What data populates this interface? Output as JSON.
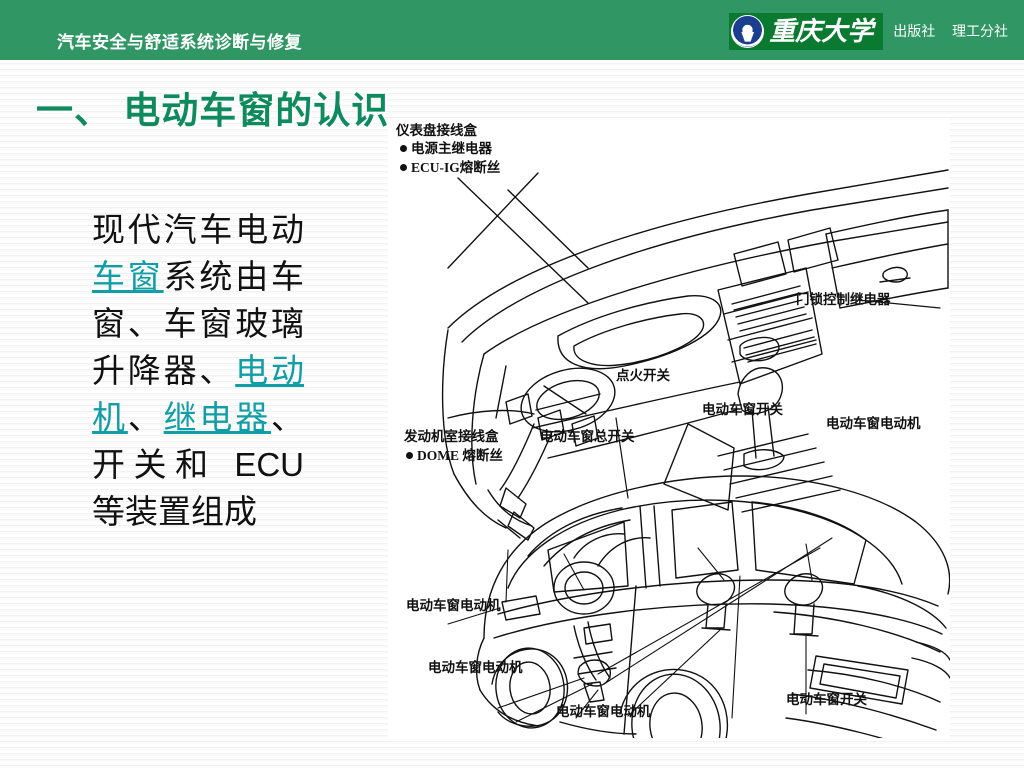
{
  "header": {
    "title": "汽车安全与舒适系统诊断与修复",
    "brand_name": "重庆大学",
    "brand_sub_a": "出版社",
    "brand_sub_b": "理工分社",
    "band_color": "#2f9664",
    "logo_box_color": "#0a7a30"
  },
  "slide": {
    "title": "一、 电动车窗的认识",
    "title_color": "#0f8a5f",
    "link_color": "#119ea6",
    "body": {
      "seg1": "现代汽车电动",
      "link1": "车窗",
      "seg2": "系统由车窗、车窗玻璃升降器、",
      "link2": "电动机",
      "seg3": "、",
      "link3": "继电器",
      "seg4": "、开关和 ECU 等装置组成"
    }
  },
  "figure": {
    "labels": {
      "instrument_panel_box": "仪表盘接线盒",
      "power_main_relay": "电源主继电器",
      "ecu_ig_fuse": "ECU-IG熔断丝",
      "door_lock_relay": "门锁控制继电器",
      "ignition_switch": "点火开关",
      "engine_room_box": "发动机室接线盒",
      "dome_fuse": "DOME 熔断丝",
      "master_window_switch": "电动车窗总开关",
      "window_switch_top": "电动车窗开关",
      "window_motor_right": "电动车窗电动机",
      "window_motor_left_upper": "电动车窗电动机",
      "window_motor_left_lower": "电动车窗电动机",
      "window_motor_bottom": "电动车窗电动机",
      "window_switch_bottom": "电动车窗开关"
    }
  }
}
